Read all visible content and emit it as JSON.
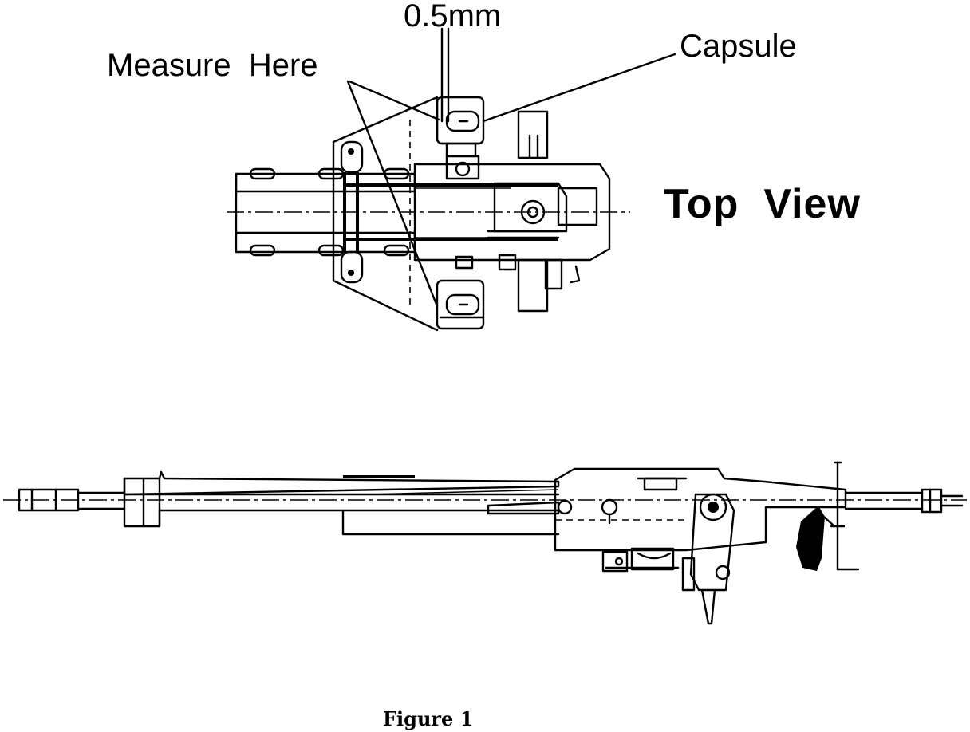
{
  "labels": {
    "measurement": "0.5mm",
    "capsule": "Capsule",
    "measure_here": "Measure  Here",
    "view_title": "Top  View",
    "caption": "Figure 1"
  }
}
